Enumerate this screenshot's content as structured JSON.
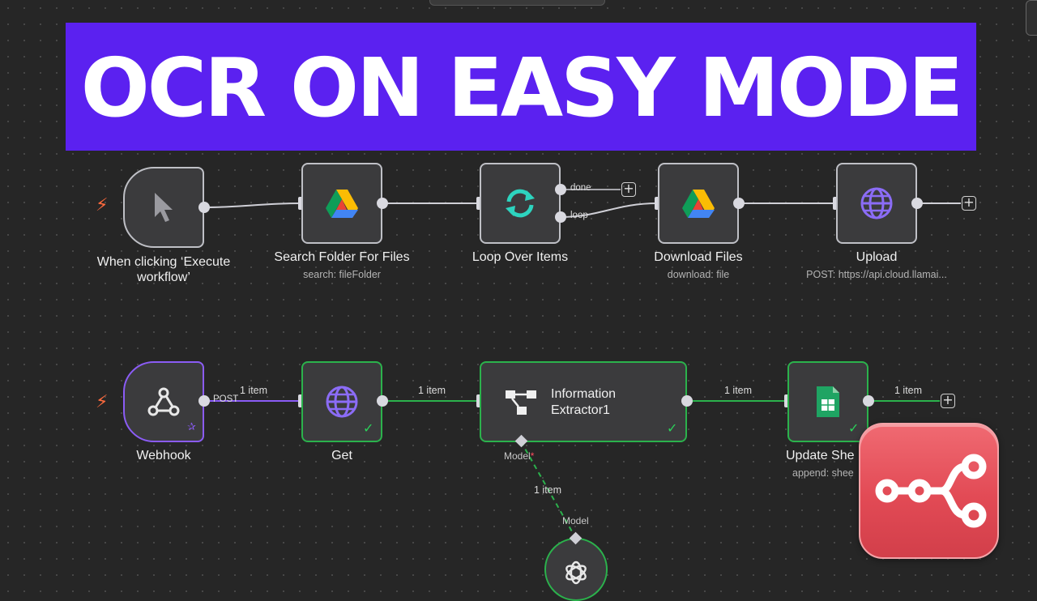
{
  "banner": {
    "title": "OCR ON EASY MODE"
  },
  "workflow1": {
    "trigger": {
      "label": "When clicking ‘Execute workflow’",
      "icon": "cursor-icon"
    },
    "search": {
      "label": "Search Folder For Files",
      "subtitle": "search: fileFolder",
      "icon": "google-drive-icon"
    },
    "loop": {
      "label": "Loop Over Items",
      "icon": "loop-icon",
      "done_label": "done",
      "loop_label": "loop"
    },
    "download": {
      "label": "Download Files",
      "subtitle": "download: file",
      "icon": "google-drive-icon"
    },
    "upload": {
      "label": "Upload",
      "subtitle": "POST: https://api.cloud.llamai...",
      "icon": "globe-icon"
    }
  },
  "workflow2": {
    "webhook": {
      "label": "Webhook",
      "output_label": "POST",
      "icon": "webhook-icon"
    },
    "get": {
      "label": "Get",
      "icon": "globe-icon"
    },
    "extractor": {
      "label_line1": "Information",
      "label_line2": "Extractor1",
      "icon": "tree-icon",
      "model_port": "Model",
      "required_mark": "*"
    },
    "sheets": {
      "label": "Update She",
      "subtitle": "append: shee",
      "icon": "google-sheets-icon"
    },
    "model_node": {
      "port_label": "Model",
      "icon": "openai-icon"
    },
    "edges": {
      "webhook_get": "1 item",
      "get_extractor": "1 item",
      "extractor_sheets": "1 item",
      "sheets_out": "1 item",
      "model_extractor": "1 item"
    }
  },
  "colors": {
    "banner": "#5b21f0",
    "success": "#2bb24c",
    "accent_purple": "#8b5cf6",
    "logo_red": "#e24a55"
  }
}
